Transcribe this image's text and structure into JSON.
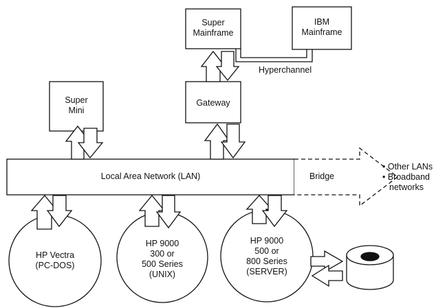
{
  "nodes": {
    "super_mainframe": {
      "line1": "Super",
      "line2": "Mainframe"
    },
    "ibm_mainframe": {
      "line1": "IBM",
      "line2": "Mainframe"
    },
    "hyperchannel": "Hyperchannel",
    "super_mini": {
      "line1": "Super",
      "line2": "Mini"
    },
    "gateway": "Gateway",
    "lan": "Local Area Network (LAN)",
    "bridge": "Bridge",
    "other_networks": {
      "item1": "• Other LANs",
      "item2": "• Broadband",
      "item3": "networks"
    },
    "hp_vectra": {
      "line1": "HP Vectra",
      "line2": "(PC-DOS)"
    },
    "hp_9000_unix": {
      "line1": "HP 9000",
      "line2": "300 or",
      "line3": "500 Series",
      "line4": "(UNIX)"
    },
    "hp_9000_server": {
      "line1": "HP 9000",
      "line2": "500 or",
      "line3": "800 Series",
      "line4": "(SERVER)"
    }
  },
  "icons": {
    "disk": "disk-drive-icon"
  }
}
